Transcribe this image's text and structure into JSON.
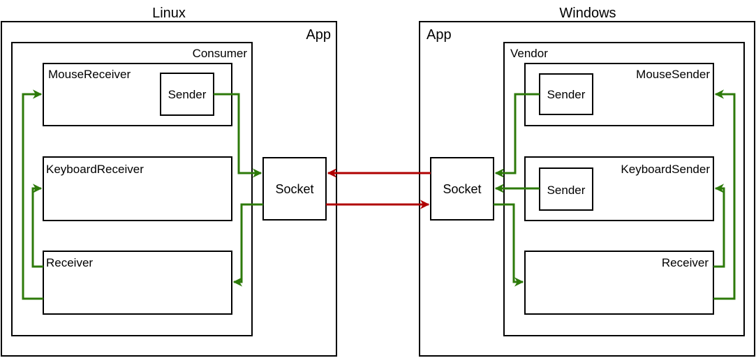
{
  "linux": {
    "platform_label": "Linux",
    "app_label": "App",
    "consumer_label": "Consumer",
    "mouse_receiver_label": "MouseReceiver",
    "mouse_receiver_sender_label": "Sender",
    "keyboard_receiver_label": "KeyboardReceiver",
    "receiver_label": "Receiver",
    "socket_label": "Socket"
  },
  "windows": {
    "platform_label": "Windows",
    "app_label": "App",
    "vendor_label": "Vendor",
    "mouse_sender_label": "MouseSender",
    "mouse_sender_inner_label": "Sender",
    "keyboard_sender_label": "KeyboardSender",
    "keyboard_sender_inner_label": "Sender",
    "receiver_label": "Receiver",
    "socket_label": "Socket"
  },
  "colors": {
    "internal_connection": "#2d7a0a",
    "network_connection": "#b00000"
  }
}
